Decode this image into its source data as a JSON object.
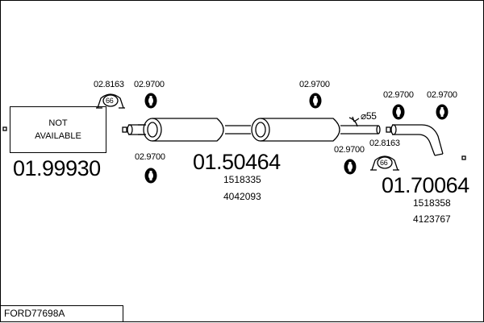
{
  "labels": {
    "clamp_left": "02.8163",
    "clamp_left_badge": "66",
    "hanger_top_left": "02.9700",
    "hanger_bottom_left": "02.9700",
    "hanger_top_mid": "02.9700",
    "hanger_right_a": "02.9700",
    "hanger_right_b": "02.9700",
    "hanger_bottom_right": "02.9700",
    "clamp_right": "02.8163",
    "clamp_right_badge": "66",
    "diameter": "⌀55"
  },
  "not_available": {
    "line1": "NOT",
    "line2": "AVAILABLE",
    "part": "01.99930"
  },
  "middle_silencer": {
    "part": "01.50464",
    "oem1": "1518335",
    "oem2": "4042093"
  },
  "rear_pipe": {
    "part": "01.70064",
    "oem1": "1518358",
    "oem2": "4123767"
  },
  "footer": {
    "model": "FORD77698A"
  }
}
